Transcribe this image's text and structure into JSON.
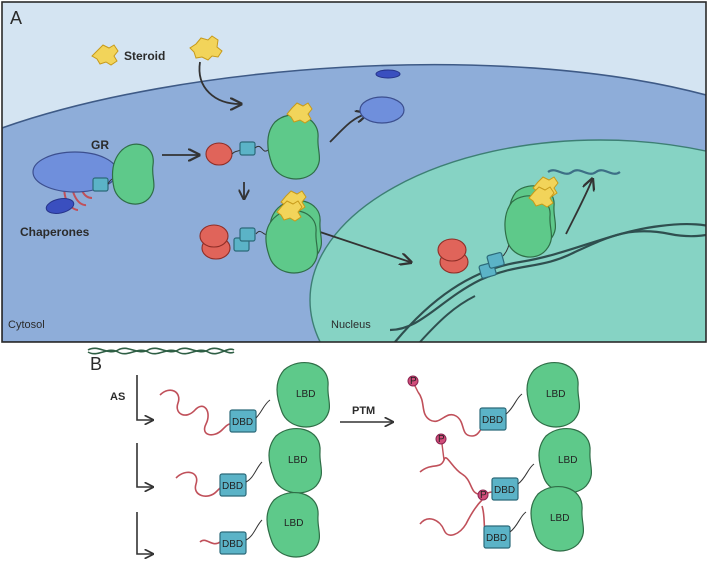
{
  "panel_a": {
    "letter": "A",
    "steroid_label": "Steroid",
    "gr_label": "GR",
    "chaperones_label": "Chaperones",
    "cytosol_label": "Cytosol",
    "nucleus_label": "Nucleus"
  },
  "panel_b": {
    "letter": "B",
    "as_label": "AS",
    "ptm_label": "PTM",
    "dbd_label": "DBD",
    "lbd_label": "LBD",
    "p_label": "P"
  },
  "colors": {
    "outer_bg": "#d4e4f2",
    "cytoplasm": "#8eadd9",
    "nucleus": "#86d3c4",
    "gr_green": "#5ec98a",
    "dbd_teal": "#5bb3c7",
    "red_domain": "#e0645a",
    "steroid_yellow": "#f2d45a",
    "chaperone_blue": "#6f8fdc",
    "dna": "#2f4f4f",
    "disordered_tail": "#c0505a",
    "phospho": "#d14d7a"
  }
}
